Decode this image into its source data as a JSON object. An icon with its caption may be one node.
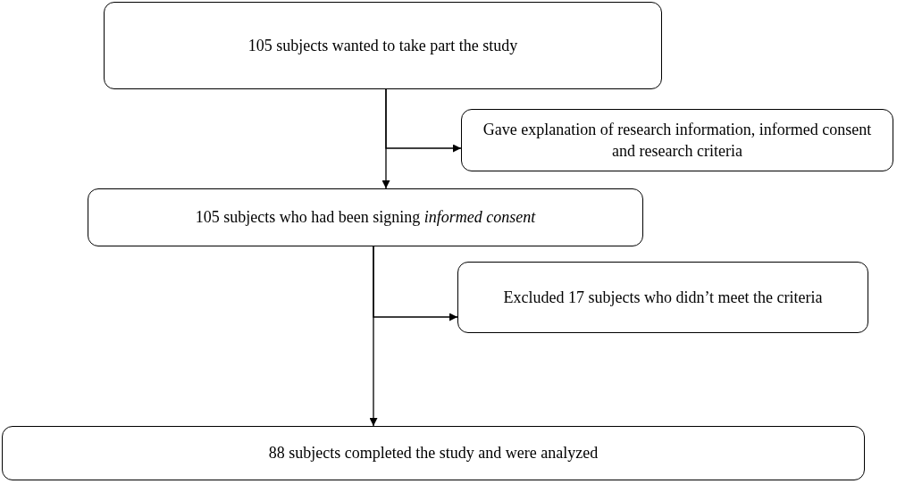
{
  "diagram": {
    "nodes": [
      {
        "text": [
          "105 subjects wanted to take part the study"
        ]
      },
      {
        "text": [
          "Gave explanation of research information, informed consent and research criteria"
        ]
      },
      {
        "text": [
          "105 subjects who had been signing *informed consent*"
        ]
      },
      {
        "text": [
          "Excluded 17 subjects who didn’t meet the criteria"
        ]
      },
      {
        "text": [
          "88 subjects completed the study and were analyzed"
        ]
      }
    ],
    "edges": [
      {
        "from": 0,
        "to": 2,
        "arrow": "to"
      },
      {
        "from": 0,
        "to": 1,
        "arrow": "to"
      },
      {
        "from": 2,
        "to": 4,
        "arrow": "to"
      },
      {
        "from": 2,
        "to": 3,
        "arrow": "to"
      }
    ]
  }
}
